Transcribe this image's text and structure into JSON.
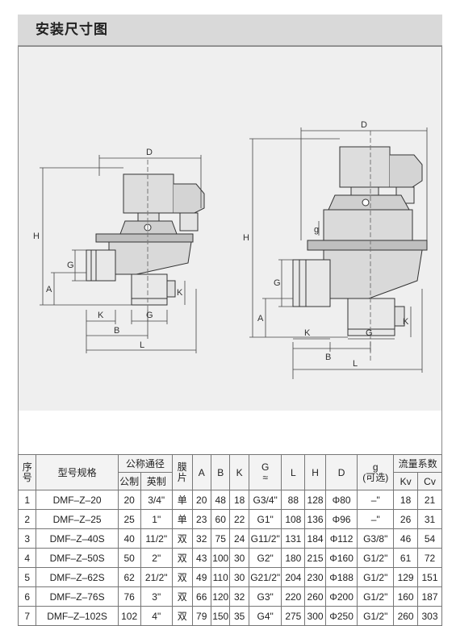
{
  "title": "安装尺寸图",
  "drawing": {
    "left_labels": {
      "D": "D",
      "H": "H",
      "A": "A",
      "G_side": "G",
      "K_side": "K",
      "K_bottom": "K",
      "G_bottom": "G",
      "B": "B",
      "L": "L"
    },
    "right_labels": {
      "D": "D",
      "H": "H",
      "g": "g",
      "A": "A",
      "G_side": "G",
      "K_side": "K",
      "K_bottom": "K",
      "B": "B",
      "G_bottom": "G",
      "L": "L"
    }
  },
  "table": {
    "headers": {
      "seq_top": "序",
      "seq_bottom": "号",
      "model": "型号规格",
      "nominal": "公称通径",
      "metric": "公制",
      "imperial": "英制",
      "membrane_top": "膜",
      "membrane_bottom": "片",
      "A": "A",
      "B": "B",
      "K": "K",
      "G": "G",
      "G_approx": "≈",
      "L": "L",
      "H": "H",
      "D": "D",
      "g": "g",
      "g_optional": "(可选)",
      "flow": "流量系数",
      "Kv": "Kv",
      "Cv": "Cv"
    },
    "rows": [
      {
        "seq": "1",
        "model": "DMF–Z–20",
        "metric": "20",
        "imperial": "3/4\"",
        "membrane": "单",
        "A": "20",
        "B": "48",
        "K": "18",
        "G": "G3/4\"",
        "L": "88",
        "H": "128",
        "D": "Φ80",
        "g": "–\"",
        "Kv": "18",
        "Cv": "21"
      },
      {
        "seq": "2",
        "model": "DMF–Z–25",
        "metric": "25",
        "imperial": "1\"",
        "membrane": "单",
        "A": "23",
        "B": "60",
        "K": "22",
        "G": "G1\"",
        "L": "108",
        "H": "136",
        "D": "Φ96",
        "g": "–\"",
        "Kv": "26",
        "Cv": "31"
      },
      {
        "seq": "3",
        "model": "DMF–Z–40S",
        "metric": "40",
        "imperial": "11/2\"",
        "membrane": "双",
        "A": "32",
        "B": "75",
        "K": "24",
        "G": "G11/2\"",
        "L": "131",
        "H": "184",
        "D": "Φ112",
        "g": "G3/8\"",
        "Kv": "46",
        "Cv": "54"
      },
      {
        "seq": "4",
        "model": "DMF–Z–50S",
        "metric": "50",
        "imperial": "2\"",
        "membrane": "双",
        "A": "43",
        "B": "100",
        "K": "30",
        "G": "G2\"",
        "L": "180",
        "H": "215",
        "D": "Φ160",
        "g": "G1/2\"",
        "Kv": "61",
        "Cv": "72"
      },
      {
        "seq": "5",
        "model": "DMF–Z–62S",
        "metric": "62",
        "imperial": "21/2\"",
        "membrane": "双",
        "A": "49",
        "B": "110",
        "K": "30",
        "G": "G21/2\"",
        "L": "204",
        "H": "230",
        "D": "Φ188",
        "g": "G1/2\"",
        "Kv": "129",
        "Cv": "151"
      },
      {
        "seq": "6",
        "model": "DMF–Z–76S",
        "metric": "76",
        "imperial": "3\"",
        "membrane": "双",
        "A": "66",
        "B": "120",
        "K": "32",
        "G": "G3\"",
        "L": "220",
        "H": "260",
        "D": "Φ200",
        "g": "G1/2\"",
        "Kv": "160",
        "Cv": "187"
      },
      {
        "seq": "7",
        "model": "DMF–Z–102S",
        "metric": "102",
        "imperial": "4\"",
        "membrane": "双",
        "A": "79",
        "B": "150",
        "K": "35",
        "G": "G4\"",
        "L": "275",
        "H": "300",
        "D": "Φ250",
        "g": "G1/2\"",
        "Kv": "260",
        "Cv": "303"
      }
    ]
  }
}
